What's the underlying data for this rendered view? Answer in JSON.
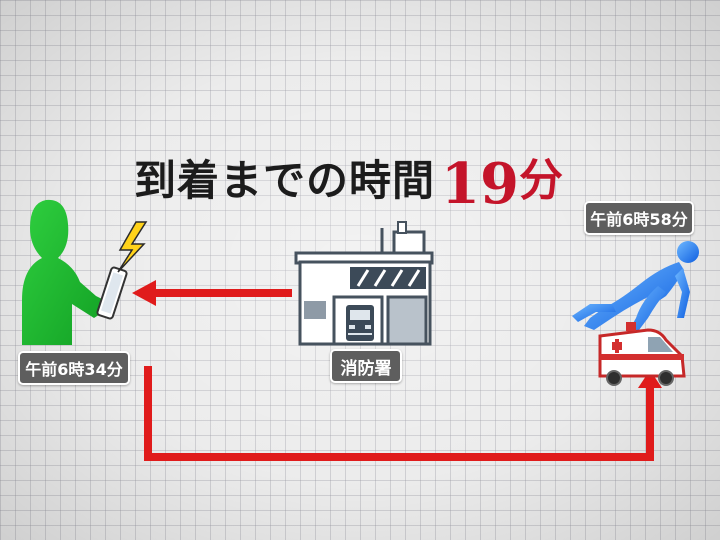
{
  "title": {
    "text": "到着までの時間",
    "value": "19",
    "unit": "分"
  },
  "caller": {
    "time": "午前6時34分"
  },
  "patient": {
    "time": "午前6時58分"
  },
  "station": {
    "label": "消防署"
  },
  "colors": {
    "accent_red": "#c4142a",
    "arrow_red": "#e01b1b",
    "caller_green": "#19b22d",
    "patient_blue": "#1e78f0",
    "tag_gray": "#5e5e5e"
  },
  "icons": [
    "caller-person-icon",
    "tablet-icon",
    "lightning-icon",
    "fire-station-icon",
    "fire-truck-icon",
    "patient-figure-icon",
    "ambulance-icon"
  ]
}
